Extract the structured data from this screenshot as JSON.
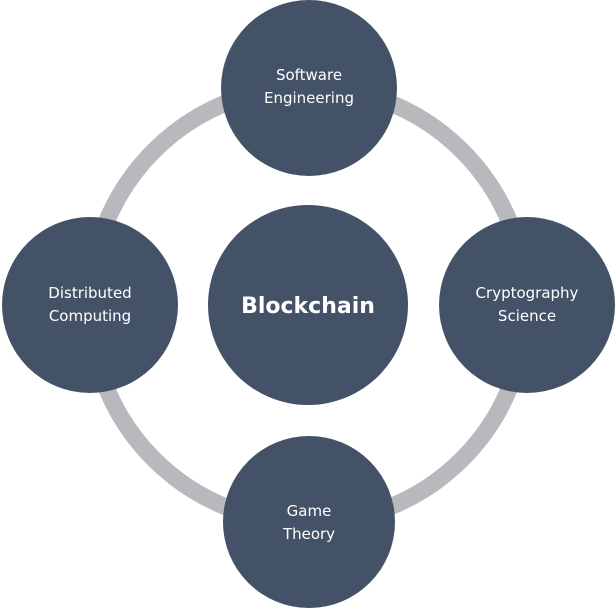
{
  "colors": {
    "node_fill": "#445268",
    "ring_stroke": "#b8b8bd",
    "text": "#ffffff",
    "background": "#ffffff"
  },
  "center": {
    "label": "Blockchain"
  },
  "satellites": {
    "top": {
      "line1": "Software",
      "line2": "Engineering"
    },
    "right": {
      "line1": "Cryptography",
      "line2": "Science"
    },
    "bottom": {
      "line1": "Game",
      "line2": "Theory"
    },
    "left": {
      "line1": "Distributed",
      "line2": "Computing"
    }
  }
}
